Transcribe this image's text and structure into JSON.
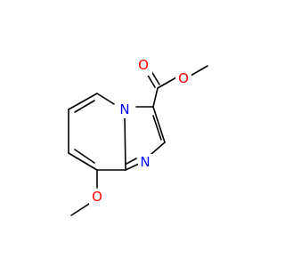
{
  "molecule": {
    "atoms": [
      {
        "id": "O_carbonyl",
        "symbol": "O"
      },
      {
        "id": "O_ester",
        "symbol": "O"
      },
      {
        "id": "N_bridge",
        "symbol": "N"
      },
      {
        "id": "N_imine",
        "symbol": "N"
      },
      {
        "id": "O_methoxy",
        "symbol": "O"
      }
    ]
  },
  "colors": {
    "bond": "#000000",
    "oxygen": "#ff0000",
    "nitrogen": "#0000ff"
  }
}
